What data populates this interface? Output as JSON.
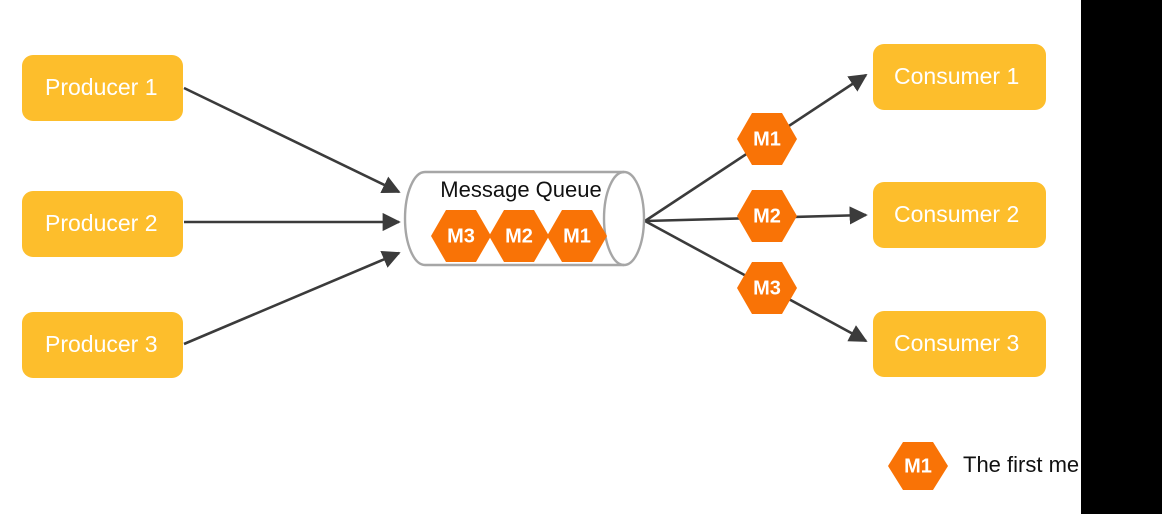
{
  "diagram": {
    "title": "Message Queue publish-subscribe diagram",
    "colors": {
      "producer_fill": "#FDBE2C",
      "consumer_fill": "#FDBE2C",
      "message_fill": "#F97306",
      "cylinder_stroke": "#A6A6A6",
      "cylinder_fill": "#FFFFFF",
      "arrow_stroke": "#3B3B3B",
      "label_text": "#FFFFFF",
      "body_text": "#111111",
      "occluder": "#000000"
    },
    "producers": [
      {
        "label": "Producer 1"
      },
      {
        "label": "Producer 2"
      },
      {
        "label": "Producer 3"
      }
    ],
    "queue": {
      "title": "Message Queue",
      "messages": [
        {
          "label": "M3"
        },
        {
          "label": "M2"
        },
        {
          "label": "M1"
        }
      ]
    },
    "in_flight_messages": [
      {
        "label": "M1"
      },
      {
        "label": "M2"
      },
      {
        "label": "M3"
      }
    ],
    "consumers": [
      {
        "label": "Consumer 1"
      },
      {
        "label": "Consumer 2"
      },
      {
        "label": "Consumer 3"
      }
    ],
    "legend": {
      "marker_label": "M1",
      "text": "The first me"
    }
  }
}
